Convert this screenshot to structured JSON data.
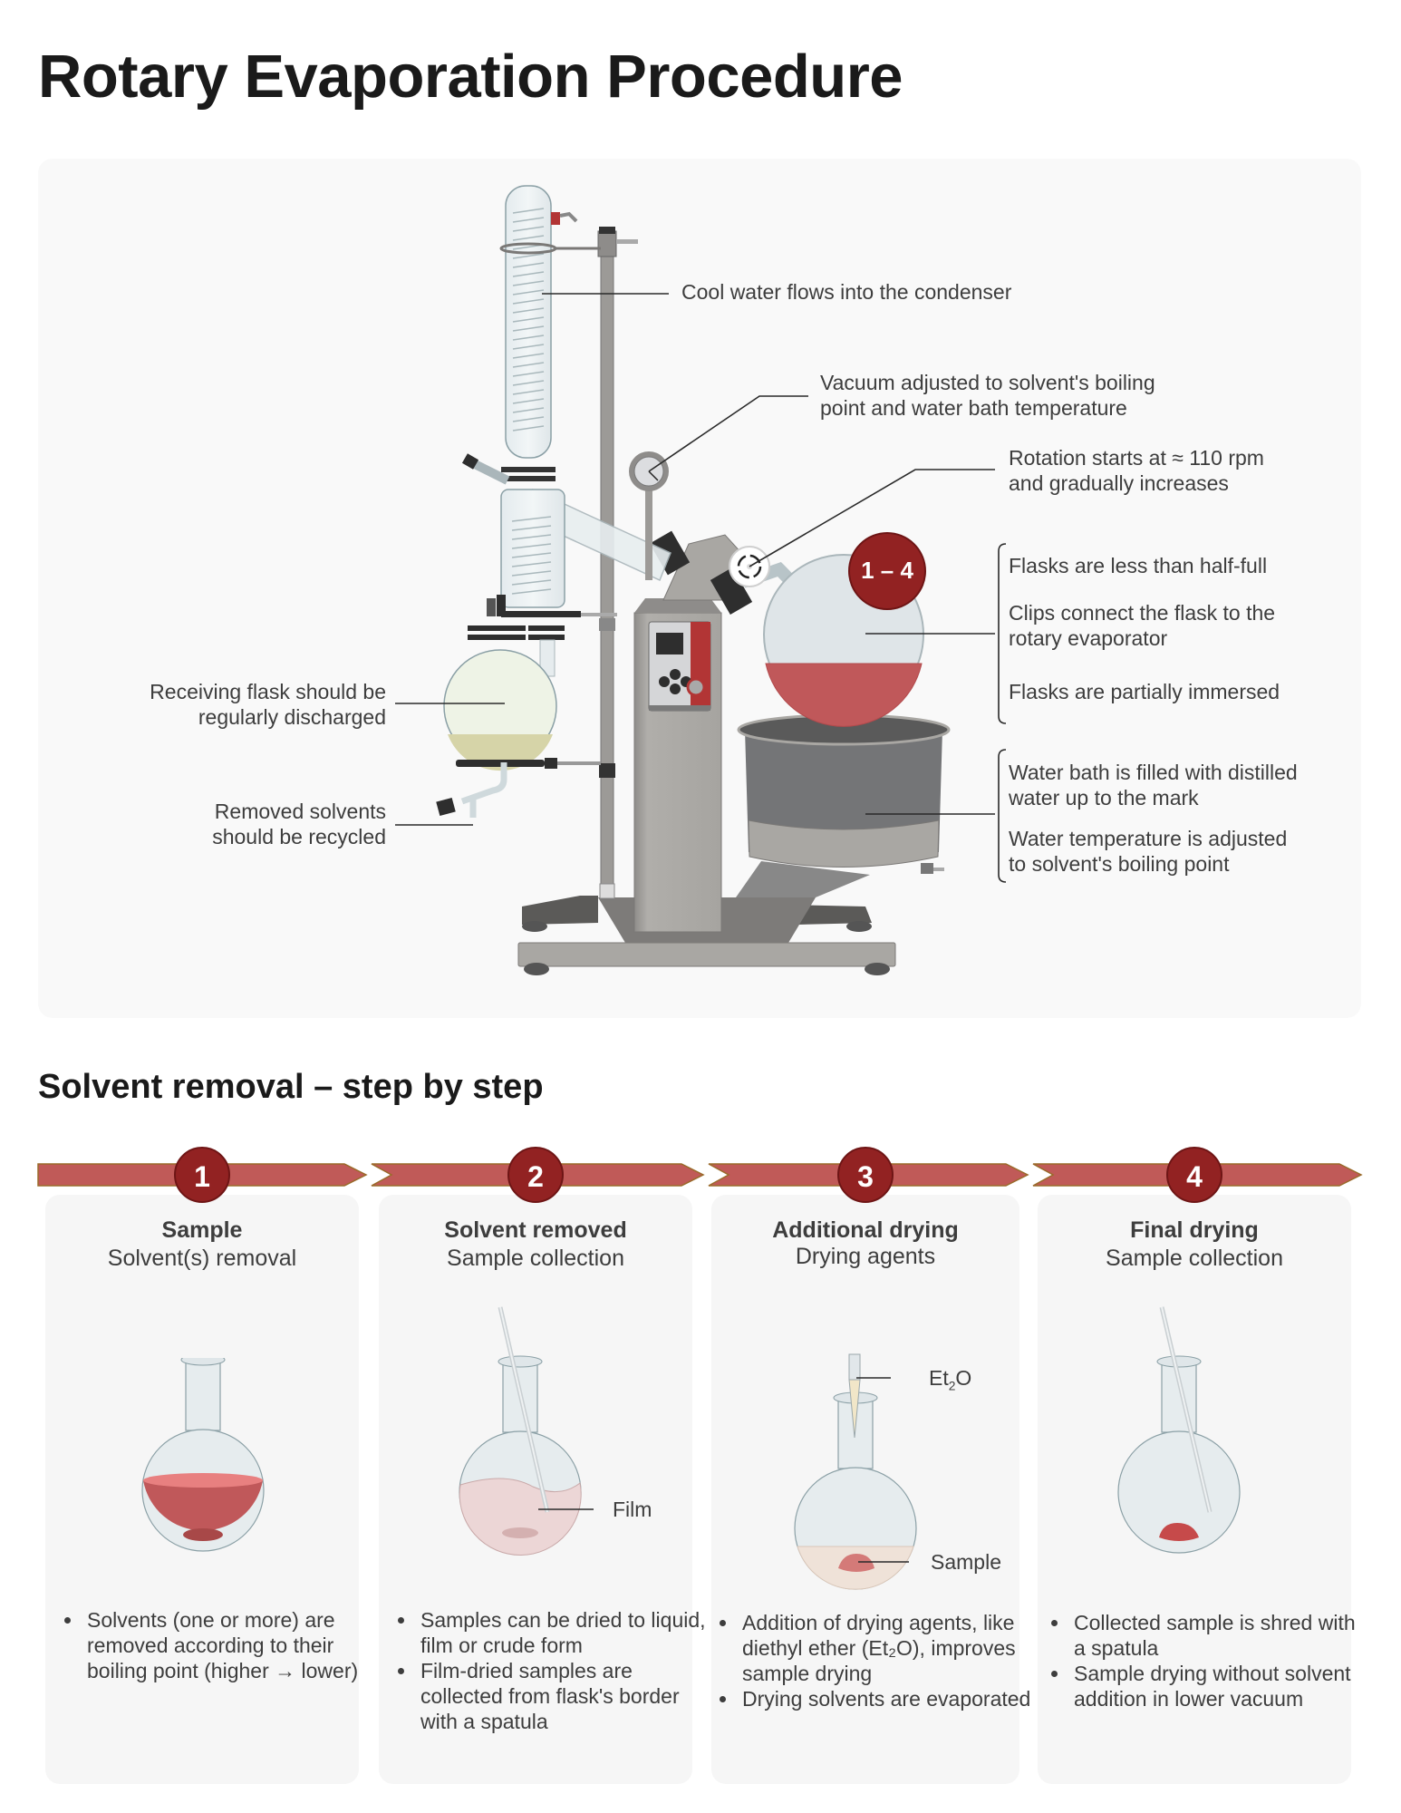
{
  "header": {
    "title": "Rotary Evaporation Procedure"
  },
  "diagram": {
    "labels": {
      "condenser": "Cool water flows into the condenser",
      "vacuum_line1": "Vacuum adjusted to solvent's boiling",
      "vacuum_line2": "point and water bath temperature",
      "rotation_line1": "Rotation starts at ≈ 110 rpm",
      "rotation_line2": "and gradually increases",
      "flask_half_full": "Flasks are less than half-full",
      "clips_line1": "Clips connect the flask to the",
      "clips_line2": "rotary evaporator",
      "partially_immersed": "Flasks are partially immersed",
      "bath_filled_line1": "Water bath is filled with distilled",
      "bath_filled_line2": "water up to the mark",
      "bath_temp_line1": "Water temperature is adjusted",
      "bath_temp_line2": "to solvent's boiling point",
      "receiving_line1": "Receiving flask should be",
      "receiving_line2": "regularly discharged",
      "recycle_line1": "Removed solvents",
      "recycle_line2": "should be recycled"
    },
    "flask_badge": "1 – 4",
    "colors": {
      "badge": "#922222",
      "liquid": "#c0585a",
      "receiving_liquid": "#d6d4a8",
      "metal": "#a9a7a3",
      "bath": "#6e6f71",
      "control_accent": "#b23535"
    }
  },
  "steps_section": {
    "title": "Solvent removal – step by step",
    "arrow_color": "#c05a58",
    "arrow_border": "#9a6a2a",
    "steps": [
      {
        "number": "1",
        "title": "Sample",
        "subtitle": "Solvent(s) removal",
        "bullets": [
          "Solvents (one or more) are removed according to their boiling point (higher → lower)"
        ]
      },
      {
        "number": "2",
        "title": "Solvent removed",
        "subtitle": "Sample collection",
        "flask_label": "Film",
        "bullets": [
          "Samples can be dried to liquid, film or crude form",
          "Film-dried samples are collected from flask's border with a spatula"
        ]
      },
      {
        "number": "3",
        "title": "Additional drying",
        "subtitle": "Drying agents",
        "pipette_label_prefix": "Et",
        "pipette_label_sub": "2",
        "pipette_label_suffix": "O",
        "flask_label": "Sample",
        "bullets": [
          "Addition of drying agents, like diethyl ether (Et₂O), improves sample drying",
          "Drying solvents are evaporated"
        ]
      },
      {
        "number": "4",
        "title": "Final drying",
        "subtitle": "Sample collection",
        "bullets": [
          "Collected sample is shred with a spatula",
          "Sample drying without solvent addition in lower vacuum"
        ]
      }
    ]
  }
}
